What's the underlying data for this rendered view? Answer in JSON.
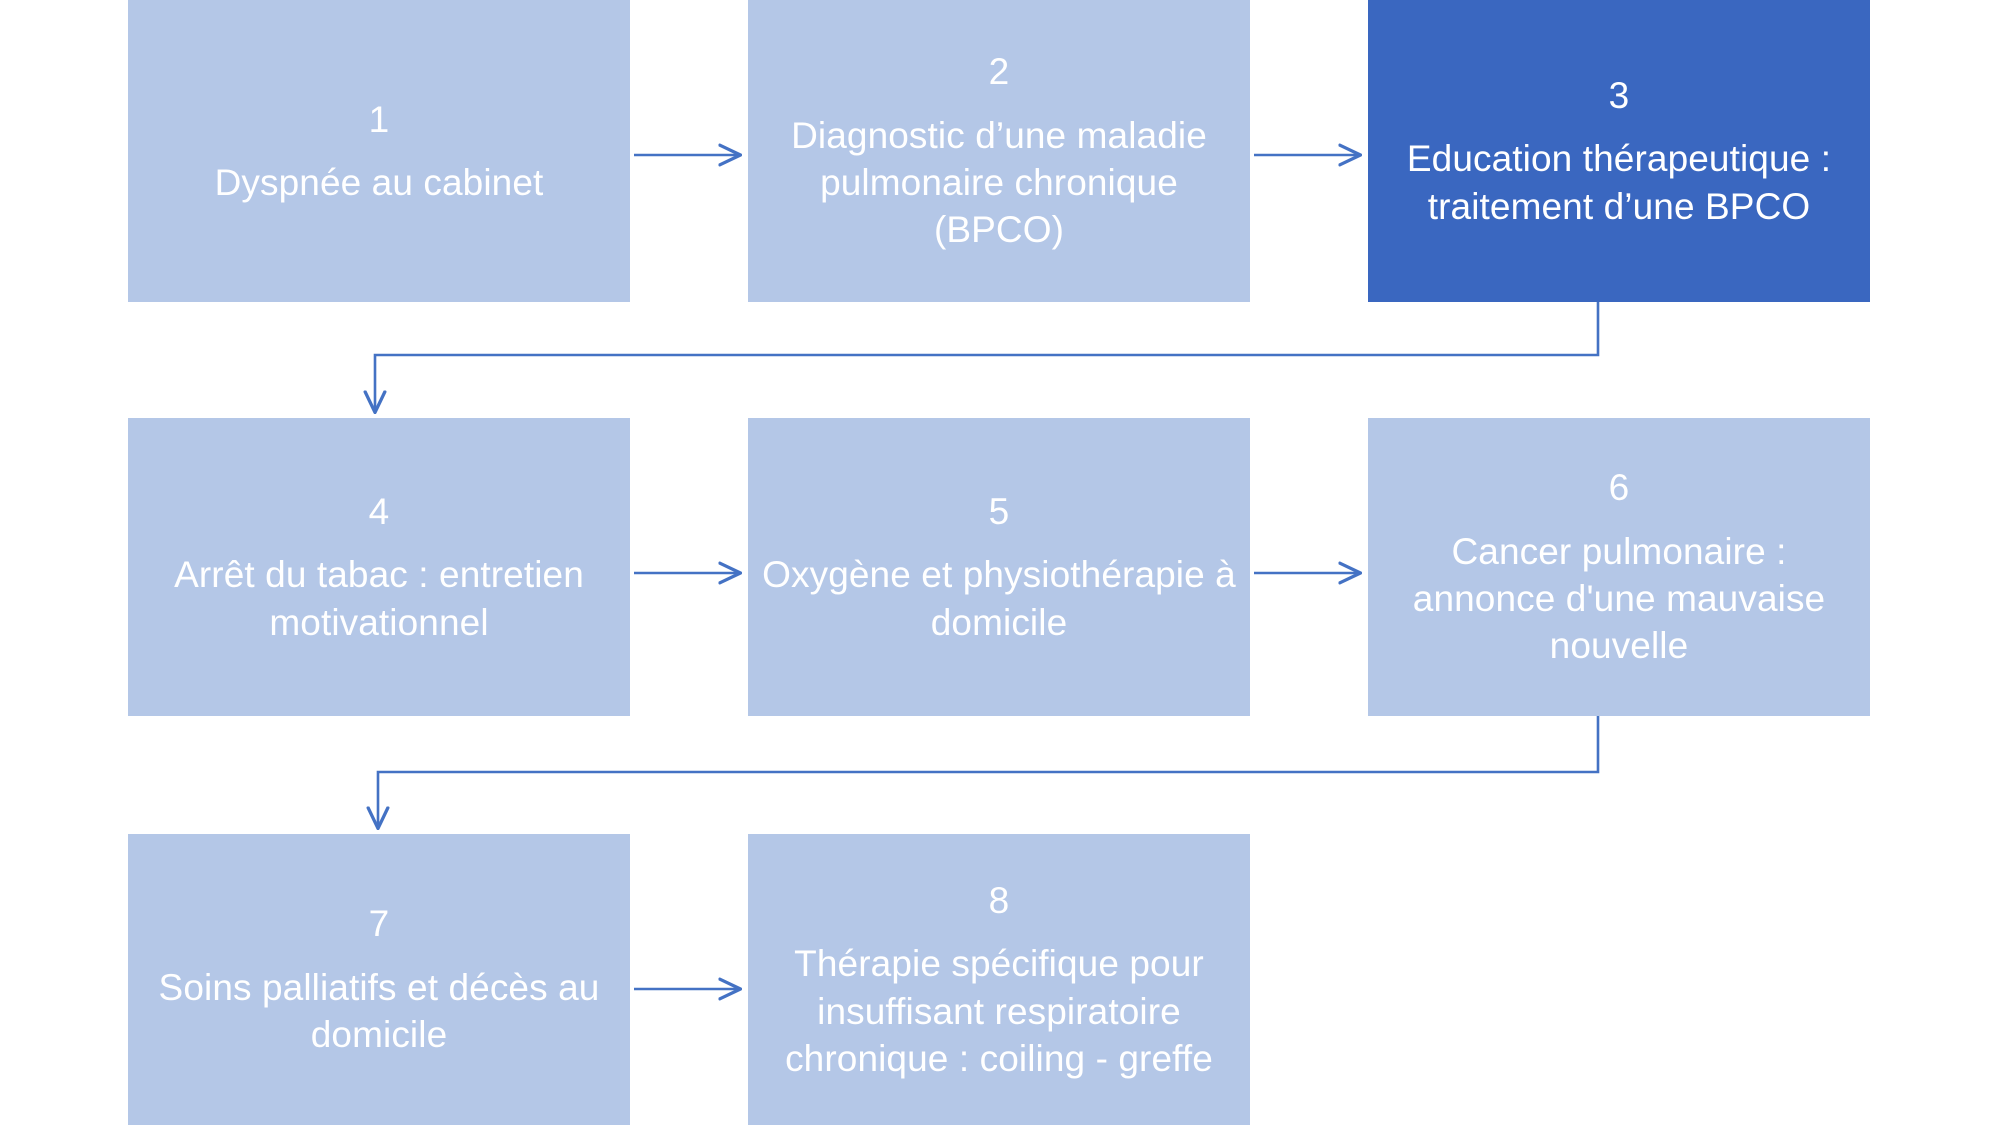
{
  "diagram": {
    "type": "flowchart",
    "title": "",
    "colors": {
      "node_fill": "#B4C7E7",
      "node_fill_highlight": "#3A67C0",
      "node_text": "#FFFFFF",
      "connector": "#4472C4",
      "background": "#FFFFFF"
    },
    "nodes": [
      {
        "id": "n1",
        "number": "1",
        "label": "Dyspnée au cabinet",
        "highlighted": false,
        "row": 1,
        "col": 1
      },
      {
        "id": "n2",
        "number": "2",
        "label": "Diagnostic d’une maladie pulmonaire chronique (BPCO)",
        "highlighted": false,
        "row": 1,
        "col": 2
      },
      {
        "id": "n3",
        "number": "3",
        "label": "Education thérapeutique : traitement d’une BPCO",
        "highlighted": true,
        "row": 1,
        "col": 3
      },
      {
        "id": "n4",
        "number": "4",
        "label": "Arrêt du tabac : entretien motivationnel",
        "highlighted": false,
        "row": 2,
        "col": 1
      },
      {
        "id": "n5",
        "number": "5",
        "label": "Oxygène et physiothérapie à domicile",
        "highlighted": false,
        "row": 2,
        "col": 2
      },
      {
        "id": "n6",
        "number": "6",
        "label": "Cancer pulmonaire : annonce d'une mauvaise nouvelle",
        "highlighted": false,
        "row": 2,
        "col": 3
      },
      {
        "id": "n7",
        "number": "7",
        "label": "Soins palliatifs et décès au domicile",
        "highlighted": false,
        "row": 3,
        "col": 1
      },
      {
        "id": "n8",
        "number": "8",
        "label": "Thérapie spécifique pour insuffisant respiratoire chronique : coiling - greffe",
        "highlighted": false,
        "row": 3,
        "col": 2
      }
    ],
    "edges": [
      {
        "id": "e1",
        "from": "n1",
        "to": "n2",
        "kind": "straight-right"
      },
      {
        "id": "e2",
        "from": "n2",
        "to": "n3",
        "kind": "straight-right"
      },
      {
        "id": "e3",
        "from": "n3",
        "to": "n4",
        "kind": "elbow-down-left"
      },
      {
        "id": "e4",
        "from": "n4",
        "to": "n5",
        "kind": "straight-right"
      },
      {
        "id": "e5",
        "from": "n5",
        "to": "n6",
        "kind": "straight-right"
      },
      {
        "id": "e6",
        "from": "n6",
        "to": "n7",
        "kind": "elbow-down-left"
      },
      {
        "id": "e7",
        "from": "n7",
        "to": "n8",
        "kind": "straight-right"
      }
    ]
  }
}
